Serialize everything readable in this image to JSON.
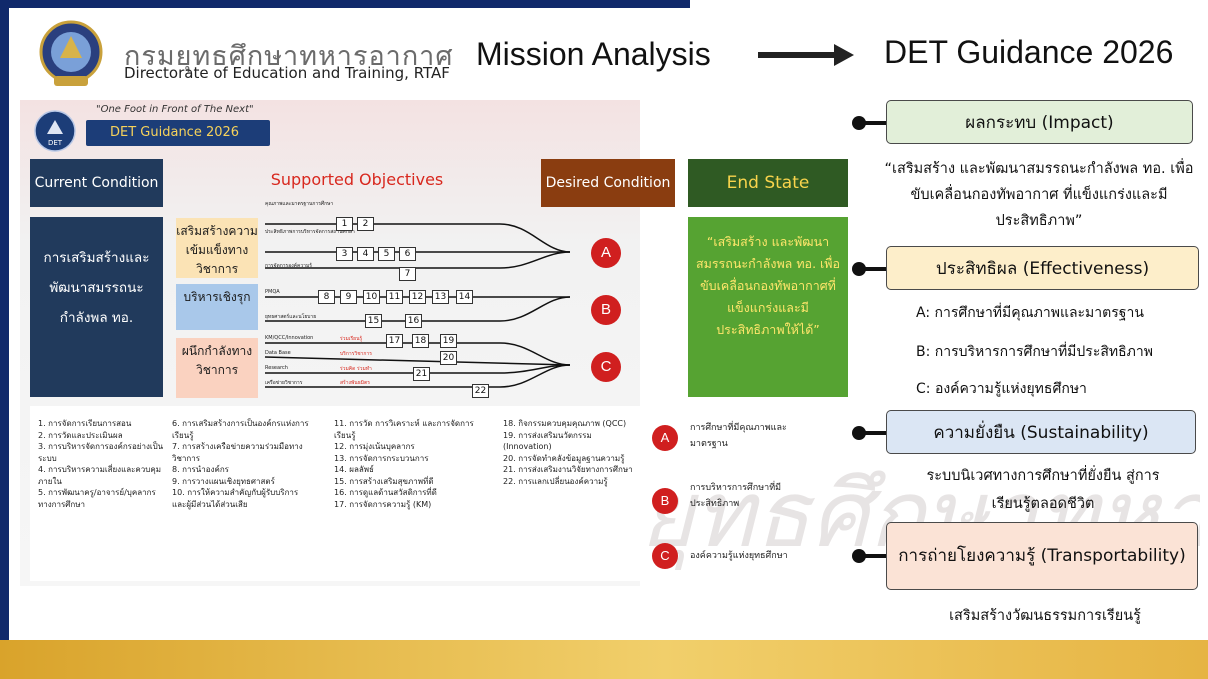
{
  "header": {
    "org_thai": "กรมยุทธศึกษาทหารอากาศ",
    "org_en": "Directorate of Education and Training, RTAF",
    "left_title": "Mission Analysis",
    "right_title": "DET Guidance 2026"
  },
  "slide": {
    "quote": "\"One Foot in Front of The Next\"",
    "logo_text": "DET",
    "banner": "DET Guidance 2026",
    "current_condition_header": "Current Condition",
    "current_condition_text": "การเสริมสร้างและพัฒนาสมรรถนะกำลังพล ทอ.",
    "supported_objectives": "Supported Objectives",
    "desired_condition_header": "Desired Condition",
    "end_state_header": "End State",
    "end_state_text": "“เสริมสร้าง และพัฒนาสมรรถนะกำลังพล ทอ. เพื่อขับเคลื่อนกองทัพอากาศที่แข็งแกร่งและมีประสิทธิภาพให้ได้”",
    "categories": [
      {
        "label": "เสริมสร้างความเข้มแข็งทางวิชาการ"
      },
      {
        "label": "บริหารเชิงรุก"
      },
      {
        "label": "ผนึกกำลังทางวิชาการ"
      }
    ],
    "wire_labels": [
      "คุณภาพและมาตรฐานการศึกษา",
      "ประสิทธิภาพการบริหารจัดการสถานศึกษา",
      "การจัดการองค์ความรู้",
      "PMQA",
      "ยุทธศาสตร์และนโยบาย",
      "KM/QCC/Innovation",
      "Data Base",
      "Research",
      "เครือข่ายวิชาการ"
    ],
    "wire_red_labels": [
      "ร่วมเรียนรู้",
      "บริการวิชาการ",
      "ร่วมคิด ร่วมทำ",
      "สร้างพันธมิตร"
    ],
    "objective_numbers": [
      "1",
      "2",
      "3",
      "4",
      "5",
      "6",
      "7",
      "8",
      "9",
      "10",
      "11",
      "12",
      "13",
      "14",
      "15",
      "16",
      "17",
      "18",
      "19",
      "20",
      "21",
      "22"
    ],
    "outcomes": [
      "A",
      "B",
      "C"
    ],
    "list_col1": [
      "1. การจัดการเรียนการสอน",
      "2. การวัดและประเมินผล",
      "3. การบริหารจัดการองค์กรอย่างเป็นระบบ",
      "4. การบริหารความเสี่ยงและควบคุมภายใน",
      "5. การพัฒนาครู/อาจารย์/บุคลากรทางการศึกษา"
    ],
    "list_col2": [
      "6. การเสริมสร้างการเป็นองค์กรแห่งการเรียนรู้",
      "7. การสร้างเครือข่ายความร่วมมือทางวิชาการ",
      "8. การนำองค์กร",
      "9. การวางแผนเชิงยุทธศาสตร์",
      "10. การให้ความสำคัญกับผู้รับบริการและผู้มีส่วนได้ส่วนเสีย"
    ],
    "list_col3": [
      "11. การวัด การวิเคราะห์ และการจัดการเรียนรู้",
      "12. การมุ่งเน้นบุคลากร",
      "13. การจัดการกระบวนการ",
      "14. ผลลัพธ์",
      "15. การสร้างเสริมสุขภาพที่ดี",
      "16. การดูแลด้านสวัสดิการที่ดี",
      "17. การจัดการความรู้ (KM)"
    ],
    "list_col4": [
      "18. กิจกรรมควบคุมคุณภาพ (QCC)",
      "19. การส่งเสริมนวัตกรรม (Innovation)",
      "20. การจัดทำคลังข้อมูลฐานความรู้",
      "21. การส่งเสริมงานวิจัยทางการศึกษา",
      "22. การแลกเปลี่ยนองค์ความรู้"
    ],
    "legend": [
      {
        "letter": "A",
        "text": "การศึกษาที่มีคุณภาพและมาตรฐาน"
      },
      {
        "letter": "B",
        "text": "การบริหารการศึกษาที่มีประสิทธิภาพ"
      },
      {
        "letter": "C",
        "text": "องค์ความรู้แห่งยุทธศึกษา"
      }
    ]
  },
  "right": {
    "impact_title": "ผลกระทบ (Impact)",
    "impact_text": "“เสริมสร้าง และพัฒนาสมรรถนะกำลังพล ทอ. เพื่อขับเคลื่อนกองทัพอากาศ ที่แข็งแกร่งและมีประสิทธิภาพ”",
    "effectiveness_title": "ประสิทธิผล (Effectiveness)",
    "effectiveness_items": [
      "A: การศึกษาที่มีคุณภาพและมาตรฐาน",
      "B: การบริหารการศึกษาที่มีประสิทธิภาพ",
      "C: องค์ความรู้แห่งยุทธศึกษา"
    ],
    "sustainability_title": "ความยั่งยืน (Sustainability)",
    "sustainability_text": "ระบบนิเวศทางการศึกษาที่ยั่งยืน สู่การเรียนรู้ตลอดชีวิต",
    "transportability_title": "การถ่ายโยงความรู้ (Transportability)",
    "transportability_text": "เสริมสร้างวัฒนธรรมการเรียนรู้"
  },
  "watermark": "ยุทธศึกษาทหาร"
}
